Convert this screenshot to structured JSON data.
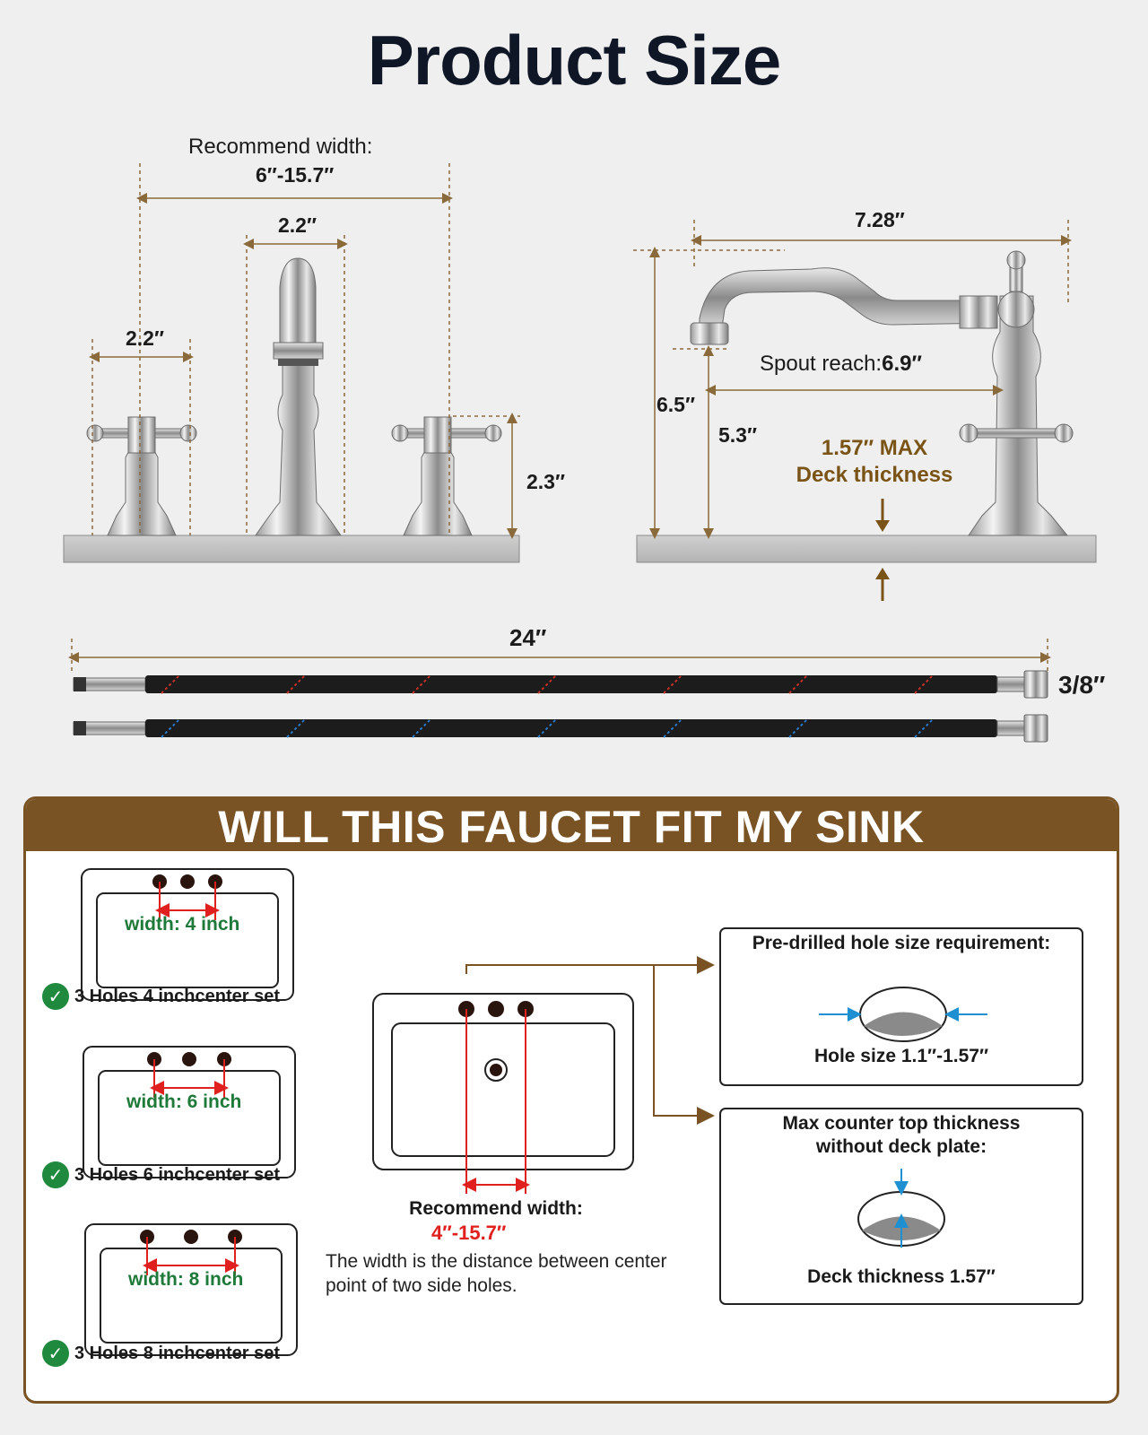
{
  "title": "Product Size",
  "front_view": {
    "recommend_label": "Recommend width:",
    "recommend_value": "6″-15.7″",
    "spout_width": "2.2″",
    "handle_width": "2.2″",
    "handle_height": "2.3″"
  },
  "side_view": {
    "total_length": "7.28″",
    "spout_reach_label": "Spout reach:",
    "spout_reach_value": "6.9″",
    "height": "6.5″",
    "spout_height": "5.3″",
    "deck_line1": "1.57″ MAX",
    "deck_line2": "Deck thickness"
  },
  "hoses": {
    "length": "24″",
    "connector": "3/8″"
  },
  "fit_panel": {
    "heading": "WILL THIS FAUCET FIT MY SINK",
    "options": [
      {
        "width_label": "width: 4 inch",
        "caption": "3 Holes 4 inchcenter set"
      },
      {
        "width_label": "width: 6 inch",
        "caption": "3 Holes 6 inchcenter set"
      },
      {
        "width_label": "width: 8 inch",
        "caption": "3 Holes 8 inchcenter set"
      }
    ],
    "center": {
      "recommend_label": "Recommend width:",
      "recommend_value": "4″-15.7″",
      "note": "The width is the distance between center point of two side holes."
    },
    "hole_box": {
      "title": "Pre-drilled hole size requirement:",
      "caption": "Hole size 1.1″-1.57″"
    },
    "deck_box": {
      "title_line1": "Max counter top thickness",
      "title_line2": "without deck plate:",
      "caption": "Deck thickness 1.57″"
    }
  },
  "colors": {
    "brown": "#7a5325",
    "dim_brown": "#8a6a3a",
    "red": "#e0201e",
    "green": "#1f8a3d",
    "arrow_blue": "#1e8fd0"
  }
}
